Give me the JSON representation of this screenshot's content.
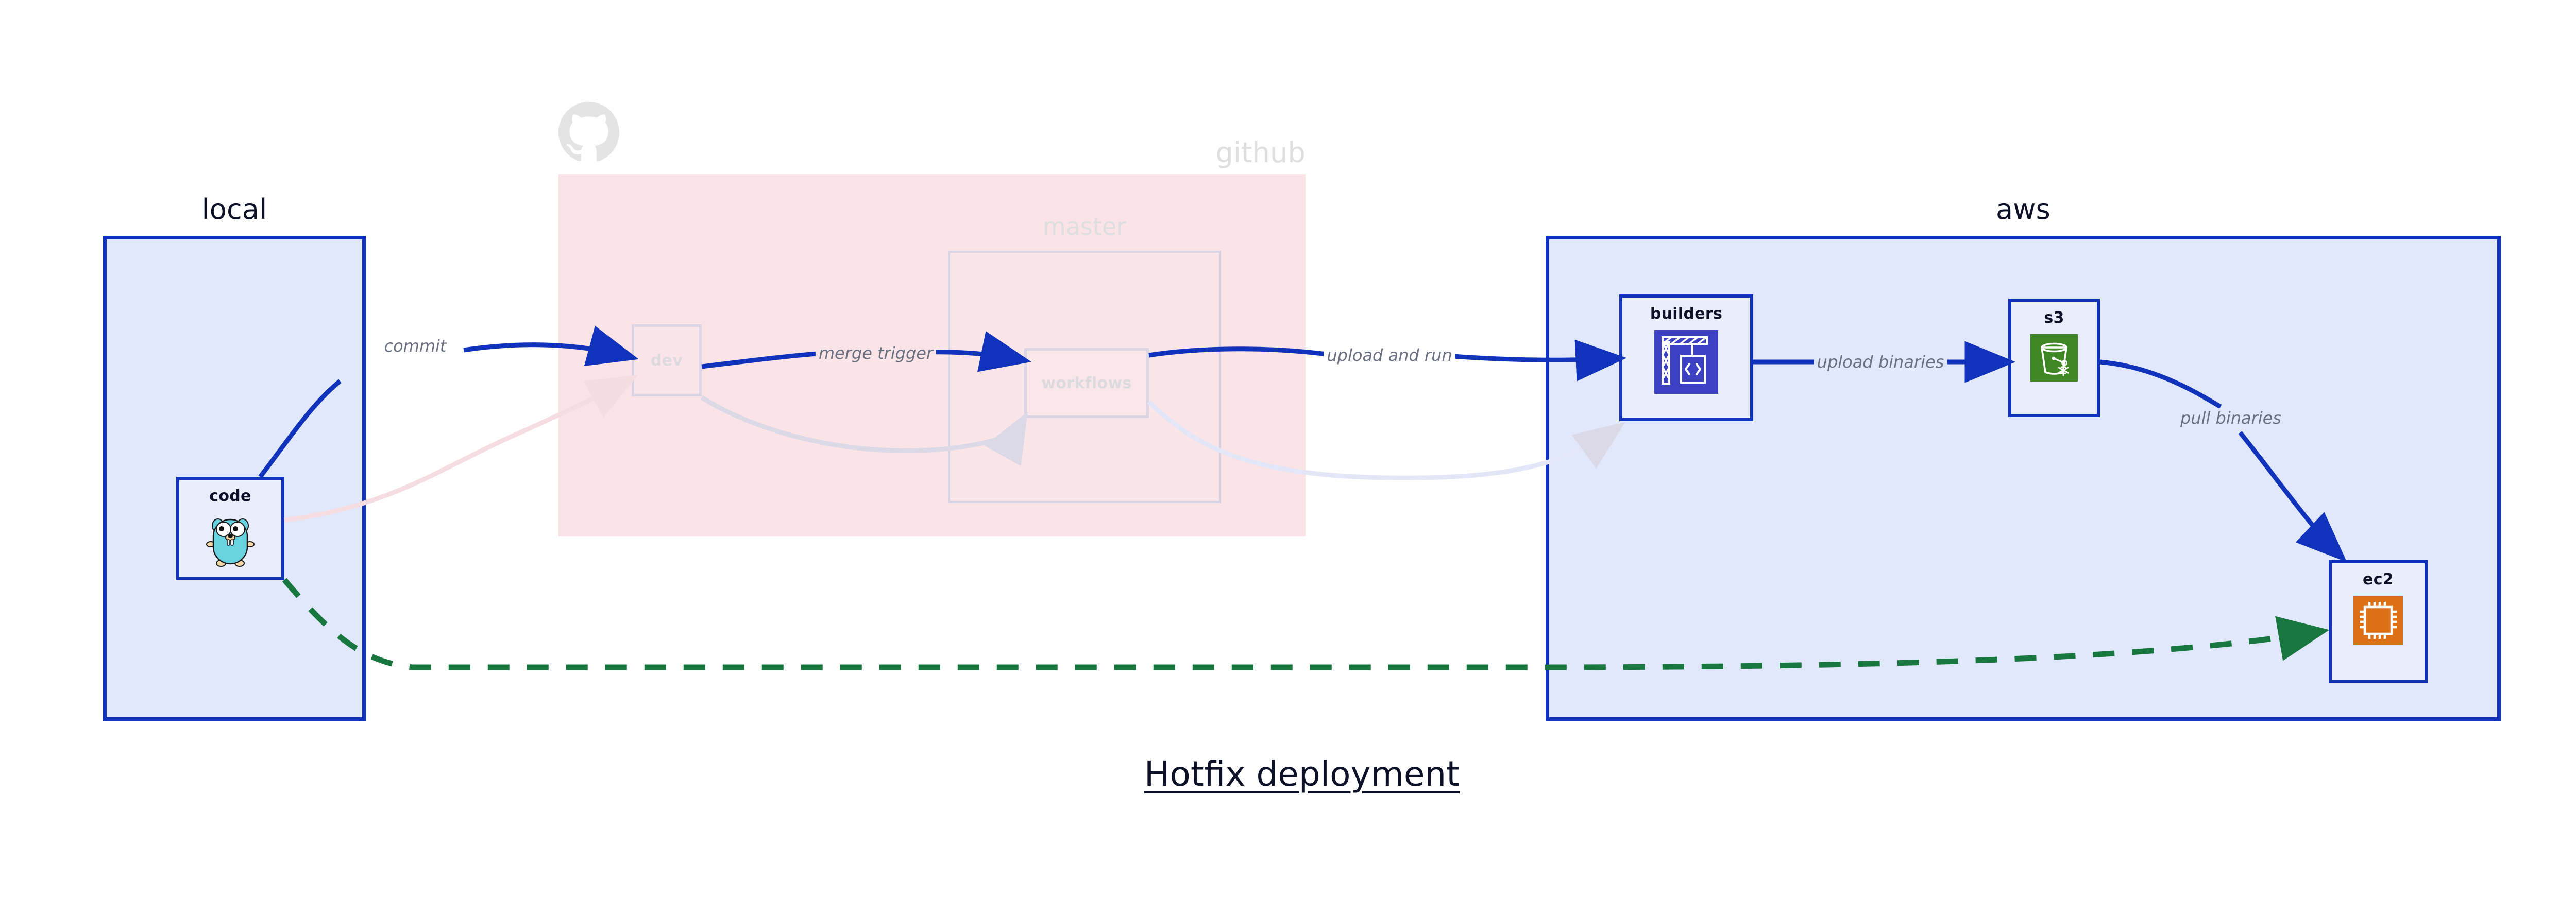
{
  "caption": "Hotfix deployment",
  "theme": {
    "edge_color": "#1133bb",
    "edge_color_green": "#18773f",
    "cluster_blue_fill": "#e2e8fb",
    "cluster_blue_border": "#1133bb",
    "cluster_pink_fill": "#fae4e8",
    "node_fill": "#eaeefc",
    "label_color": "#6a7080",
    "title_color": "#0d1128",
    "faded_color": "#dedde0",
    "s3_icon_color": "#3f8624",
    "ec2_icon_color": "#dd7015",
    "builders_icon_color": "#3c41c4",
    "gopher_color": "#69d2e0",
    "github_logo_color": "#e4e4e4"
  },
  "clusters": [
    {
      "id": "local",
      "title": "local",
      "style": "blue",
      "faded": false
    },
    {
      "id": "github",
      "title": "github",
      "style": "pink",
      "faded": true
    },
    {
      "id": "aws",
      "title": "aws",
      "style": "blue",
      "faded": false
    }
  ],
  "subclusters": [
    {
      "id": "master",
      "title": "master",
      "parent": "github",
      "faded": true
    }
  ],
  "nodes": [
    {
      "id": "code",
      "label": "code",
      "cluster": "local",
      "icon": "go-gopher-icon",
      "faded": false
    },
    {
      "id": "dev",
      "label": "dev",
      "cluster": "github",
      "icon": "none",
      "faded": true
    },
    {
      "id": "workflows",
      "label": "workflows",
      "cluster": "master",
      "icon": "none",
      "faded": true
    },
    {
      "id": "builders",
      "label": "builders",
      "cluster": "aws",
      "icon": "aws-codebuild-icon",
      "faded": false
    },
    {
      "id": "s3",
      "label": "s3",
      "cluster": "aws",
      "icon": "aws-s3-bucket-icon",
      "faded": false
    },
    {
      "id": "ec2",
      "label": "ec2",
      "cluster": "aws",
      "icon": "aws-ec2-chip-icon",
      "faded": false
    }
  ],
  "edges": [
    {
      "id": "commit",
      "from": "code",
      "to": "dev",
      "label": "commit",
      "style": "solid",
      "state": "active"
    },
    {
      "id": "merge-trigger",
      "from": "dev",
      "to": "workflows",
      "label": "merge trigger",
      "style": "solid",
      "state": "active"
    },
    {
      "id": "upload-and-run",
      "from": "workflows",
      "to": "builders",
      "label": "upload and run",
      "style": "solid",
      "state": "active"
    },
    {
      "id": "upload-binaries",
      "from": "builders",
      "to": "s3",
      "label": "upload binaries",
      "style": "solid",
      "state": "active"
    },
    {
      "id": "pull-binaries",
      "from": "s3",
      "to": "ec2",
      "label": "pull binaries",
      "style": "solid",
      "state": "active"
    },
    {
      "id": "hotfix-direct",
      "from": "code",
      "to": "ec2",
      "label": "",
      "style": "dashed",
      "state": "highlight"
    },
    {
      "id": "code-to-dev-faded",
      "from": "code",
      "to": "dev",
      "label": "",
      "style": "solid",
      "state": "faded"
    },
    {
      "id": "dev-to-workflows-faded",
      "from": "dev",
      "to": "workflows",
      "label": "",
      "style": "solid",
      "state": "faded"
    },
    {
      "id": "workflows-to-builders-faded",
      "from": "workflows",
      "to": "builders",
      "label": "",
      "style": "solid",
      "state": "faded"
    }
  ],
  "icon_names": {
    "github_logo": "github-octocat-icon",
    "code": "go-gopher-icon",
    "builders": "aws-codebuild-icon",
    "s3": "aws-s3-bucket-icon",
    "ec2": "aws-ec2-chip-icon"
  }
}
